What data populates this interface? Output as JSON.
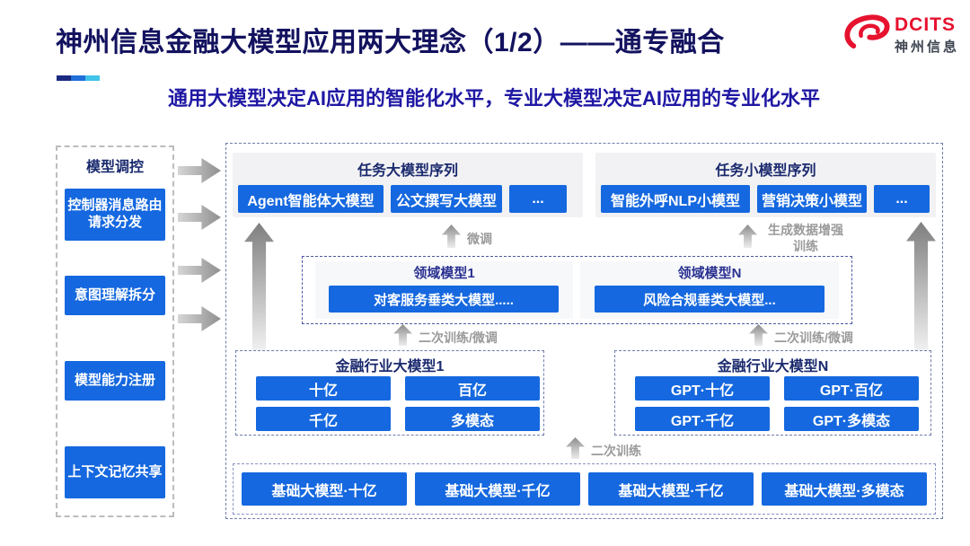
{
  "header": {
    "title": "神州信息金融大模型应用两大理念（1/2）——通专融合",
    "subtitle": "通用大模型决定AI应用的智能化水平，专业大模型决定AI应用的专业化水平"
  },
  "logo": {
    "brand": "DCITS",
    "brand_cn": "神州信息"
  },
  "sidebar": {
    "title": "模型调控",
    "items": [
      "控制器消息路由请求分发",
      "意图理解拆分",
      "模型能力注册",
      "上下文记忆共享"
    ]
  },
  "task_large": {
    "title": "任务大模型序列",
    "items": [
      "Agent智能体大模型",
      "公文撰写大模型",
      "..."
    ]
  },
  "task_small": {
    "title": "任务小模型序列",
    "items": [
      "智能外呼NLP小模型",
      "营销决策小模型",
      "..."
    ]
  },
  "domain_groups": [
    {
      "title": "领域模型1",
      "model": "对客服务垂类大模型....."
    },
    {
      "title": "领域模型N",
      "model": "风险合规垂类大模型..."
    }
  ],
  "industry_groups": [
    {
      "title": "金融行业大模型1",
      "models": [
        "十亿",
        "百亿",
        "千亿",
        "多模态"
      ]
    },
    {
      "title": "金融行业大模型N",
      "models": [
        "GPT·十亿",
        "GPT·百亿",
        "GPT·千亿",
        "GPT·多模态"
      ]
    }
  ],
  "base_models": [
    "基础大模型·十亿",
    "基础大模型·千亿",
    "基础大模型·千亿",
    "基础大模型·多模态"
  ],
  "flow_labels": {
    "finetune": "微调",
    "gen_data_training": "生成数据增强训练",
    "retrain_finetune_left": "二次训练/微调",
    "retrain_finetune_right": "二次训练/微调",
    "retrain": "二次训练"
  },
  "colors": {
    "button_blue": "#1568df",
    "title_navy": "#13125f",
    "subtitle_indigo": "#1f17a3",
    "heading_navy": "#1b2a6e",
    "brand_red": "#e6122e",
    "flow_label_gray": "#9a9a9a",
    "accent_bar": [
      "#1a2a80",
      "#1f6fd9",
      "#41c3e8"
    ]
  }
}
